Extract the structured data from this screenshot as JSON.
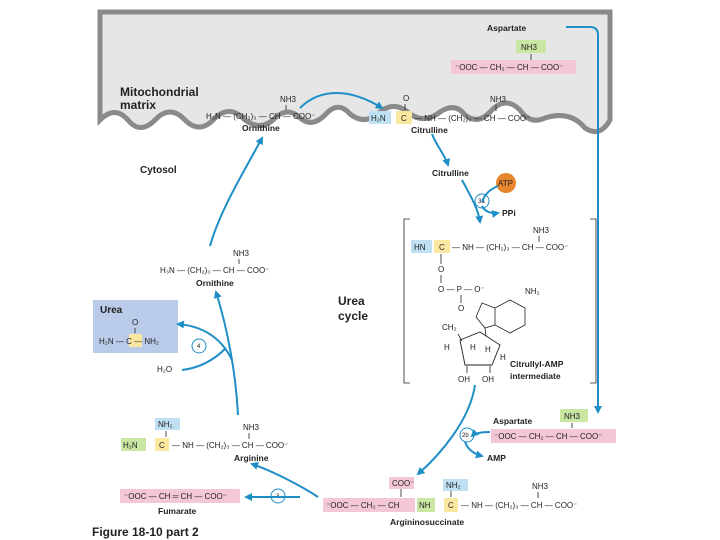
{
  "labels": {
    "mito": "Mitochondrial matrix",
    "mito_line1": "Mitochondrial",
    "mito_line2": "matrix",
    "cytosol": "Cytosol",
    "urea_cycle_line1": "Urea",
    "urea_cycle_line2": "cycle",
    "figure": "Figure 18-10 part 2"
  },
  "aspartate_top": {
    "name": "Aspartate",
    "nh3": "NH3",
    "chain": "⁻OOC — CH₂ — CH — COO⁻"
  },
  "ornithine_top": {
    "nh3": "NH3",
    "chain": "H₃N — (CH₂)₃ — CH — COO⁻",
    "name": "Ornithine"
  },
  "citrulline_top": {
    "o": "O",
    "h2n": "H₂N",
    "c": "C",
    "chain": "— NH — (CH₂)₃ — CH — COO⁻",
    "nh3": "NH3",
    "name": "Citrulline"
  },
  "citrulline_cytosol": "Citrulline",
  "atp": "ATP",
  "step_3a": "3a",
  "ppi": "PPi",
  "intermediate": {
    "hn": "HN",
    "c": "C",
    "chain": "— NH — (CH₂)₃ — CH — COO⁻",
    "nh3": "NH3",
    "o": "O",
    "phosphate": "O — P — O⁻",
    "po_o": "O",
    "ch2": "CH₂",
    "nh2": "NH₂",
    "h": "H",
    "oh": "OH",
    "name_line1": "Citrullyl-AMP",
    "name_line2": "intermediate"
  },
  "ornithine_left": {
    "nh3": "NH3",
    "chain": "H₃N — (CH₂)₃ — CH — COO⁻",
    "name": "Ornithine"
  },
  "urea": {
    "title": "Urea",
    "o": "O",
    "chain": "H₂N — C — NH₂"
  },
  "step_4": "4",
  "h2o": "H₂O",
  "arginine": {
    "nh2": "NH₂",
    "h2n": "H₂N",
    "c": "C",
    "chain": "— NH — (CH₂)₃ — CH — COO⁻",
    "nh3": "NH3",
    "name": "Arginine"
  },
  "step_2b": "2b",
  "aspartate_right": {
    "name": "Aspartate",
    "nh3": "NH3",
    "chain": "⁻OOC — CH₂ — CH — COO⁻"
  },
  "amp": "AMP",
  "step_3": "3",
  "fumarate": {
    "chain": "⁻OOC — CH ═ CH — COO⁻",
    "name": "Fumarate"
  },
  "argininosuccinate": {
    "coo": "COO⁻",
    "chain1": "⁻OOC — CH₂ — CH",
    "nh": "NH",
    "c": "C",
    "nh2": "NH₂",
    "chain2": "— NH — (CH₂)₃ — CH — COO⁻",
    "nh3": "NH3",
    "name": "Argininosuccinate"
  },
  "colors": {
    "membrane": "#e6e6e6",
    "membrane_edge": "#8a8a8a",
    "arrow": "#1e8fc6",
    "pink": "#f3c6d8",
    "green": "#c9e6a2",
    "yellow": "#fbe8a0",
    "blue": "#bfe0f2",
    "urea_box": "#b9cbe8",
    "atp": "#e8862e"
  }
}
